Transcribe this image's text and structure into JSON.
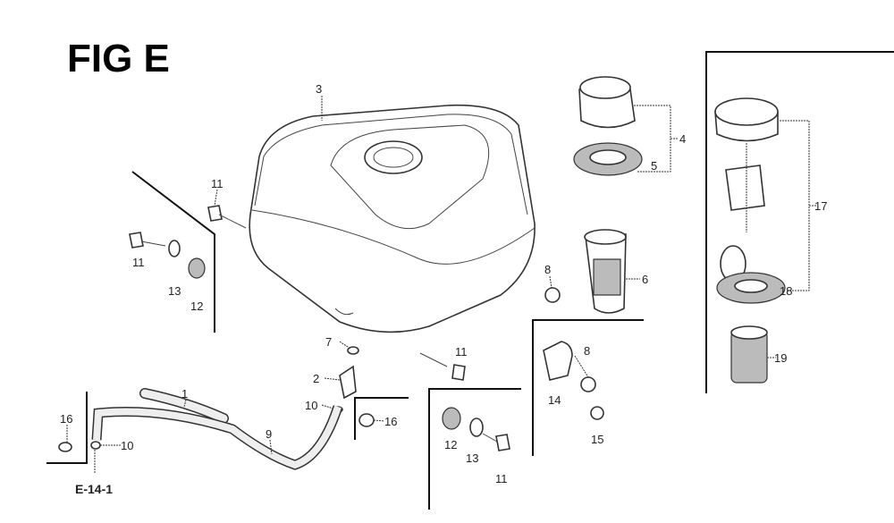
{
  "title": "FIG E",
  "reference": "E-14-1",
  "callouts": {
    "tank": "3",
    "cap_small": "4",
    "gasket_small": "5",
    "strainer": "6",
    "nut_upper": "8",
    "cap_assy": "17",
    "gasket_large": "18",
    "filter": "19",
    "bolt_top_left": "11",
    "bolt_left": "11",
    "washer_left": "13",
    "rubber_left": "12",
    "joint": "7",
    "cock": "2",
    "clip_upper": "10",
    "tube_1": "1",
    "tube_9": "9",
    "clip_bl": "16",
    "clip_lower": "10",
    "clip_box": "16",
    "bolt_right": "11",
    "rubber_right": "12",
    "washer_right": "13",
    "bolt_bottom": "11",
    "nut_plate": "8",
    "plate": "14",
    "nut_15": "15"
  }
}
